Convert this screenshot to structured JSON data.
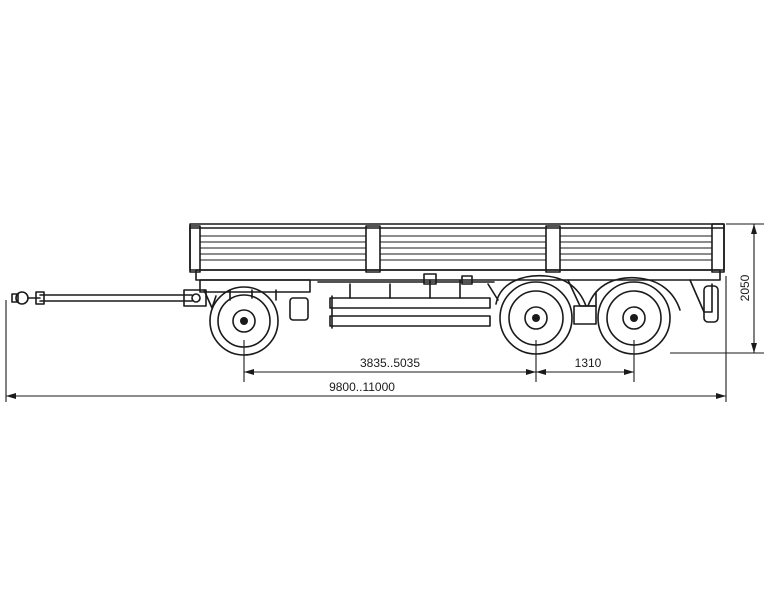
{
  "dimensions": {
    "wheelbase": "3835..5035",
    "axle_spacing": "1310",
    "overall_length": "9800..11000",
    "height": "2050"
  },
  "colors": {
    "line": "#1a1a1a",
    "background": "#ffffff"
  }
}
